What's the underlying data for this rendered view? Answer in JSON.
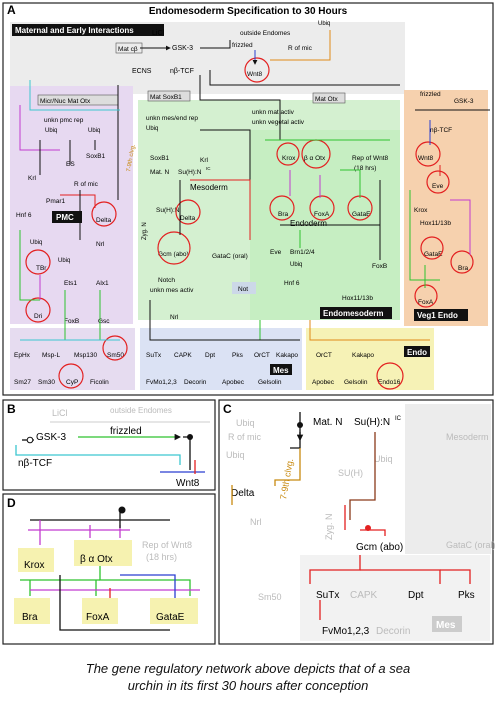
{
  "title": "Endomesoderm Specification to 30 Hours",
  "panels": {
    "a": "A",
    "b": "B",
    "c": "C",
    "d": "D"
  },
  "regions": {
    "maternal": "Maternal and Early Interactions",
    "pmc": "PMC",
    "mesoderm": "Mesoderm",
    "endoderm": "Endoderm",
    "endomesoderm": "Endomesoderm",
    "veg1": "Veg1 Endo",
    "mes": "Mes",
    "endo": "Endo"
  },
  "colors": {
    "maternal_bg": "#e0e0e0",
    "pmc_bg": "#e7d9f1",
    "meso_bg": "#d2f0d0",
    "endo_bg": "#c6f0c4",
    "veg1_bg": "#f7d2b0",
    "mes_bg": "#d9e0f3",
    "endo_box_bg": "#f7f3b8",
    "highlight": "#e32020",
    "cyan": "#3cc6d0",
    "green": "#2ec22e",
    "magenta": "#c23bd0",
    "orange": "#e08a18",
    "blue": "#2b3fd0",
    "black": "#111111"
  },
  "genes_a": {
    "licl": "LiCl",
    "gsk3": "GSK-3",
    "matcb": "Mat cβ",
    "ecns": "ECNS",
    "ntcf": "nβ-TCF",
    "outside": "outside Endomes",
    "ubiq": "Ubiq",
    "rmic": "R of mic",
    "frizzled": "frizzled",
    "wnt8": "Wnt8",
    "micr": "Micr/Nuc Mat Otx",
    "matsoxb1": "Mat SoxB1",
    "matotx": "Mat Otx",
    "pmcrep": "unkn pmc rep",
    "es": "ES",
    "soxb1": "SoxB1",
    "krl": "Krl",
    "pmar1": "Pmar1",
    "hnf6": "Hnf 6",
    "delta": "Delta",
    "nrl": "Nrl",
    "tbr": "TBr",
    "ets1": "Ets1",
    "alx1": "Alx1",
    "dri": "Dri",
    "foxb": "FoxB",
    "gsc": "Gsc",
    "mesrep": "unkn mes/end rep",
    "unknmatactiv": "unkn mat activ",
    "unknveg": "unkn vegetal activ",
    "krox": "Krox",
    "botx": "β  α Otx",
    "repwnt8": "Rep of Wnt8",
    "hrs18": "(18 hrs)",
    "matn": "Mat. N",
    "suh": "Su(H):N",
    "ic": "IC",
    "clvg": "7-9th clvg.",
    "zygn": "Zyg. N",
    "bra": "Bra",
    "foxa": "FoxA",
    "gatae": "GataE",
    "gcm": "Gcm (abo)",
    "gatac": "GataC (oral)",
    "notch": "Notch",
    "mesactiv": "unkn mes activ",
    "not": "Not",
    "eve": "Eve",
    "brn": "Brn1/2/4",
    "hnf6b": "Hnf 6",
    "hox": "Hox11/13b",
    "ephx": "EpHx",
    "mspl": "Msp-L",
    "msp130": "Msp130",
    "sm50": "Sm50",
    "sm27": "Sm27",
    "sm30": "Sm30",
    "cyp": "CyP",
    "ficolin": "Ficolin",
    "sutx": "SuTx",
    "capk": "CAPK",
    "dpt": "Dpt",
    "pks": "Pks",
    "orct": "OrCT",
    "kakapo": "Kakapo",
    "fvmo": "FvMo1,2,3",
    "decorin": "Decorin",
    "apobec": "Apobec",
    "gelsolin": "Gelsolin",
    "endo16": "Endo16",
    "gsk3b": "GSK-3",
    "ntcfb": "nβ-TCF",
    "wnt8b": "Wnt8",
    "eveb": "Eve",
    "kroxb": "Krox",
    "hoxb": "Hox11/13b",
    "gataeb": "GataE",
    "brab": "Bra",
    "foxab": "FoxA"
  },
  "panel_b": {
    "licl": "LiCl",
    "outside": "outside Endomes",
    "gsk3": "GSK-3",
    "frizzled": "frizzled",
    "ntcf": "nβ-TCF",
    "wnt8": "Wnt8"
  },
  "panel_c": {
    "ubiq1": "Ubiq",
    "rmic": "R of mic",
    "ubiq2": "Ubiq",
    "matn": "Mat. N",
    "suh": "Su(H):N",
    "ic": "IC",
    "meso": "Mesoderm",
    "clvg": "7-9th clvg.",
    "delta": "Delta",
    "suh2": "SU(H)",
    "ubiq3": "Ubiq",
    "zygn": "Zyg. N",
    "nrl": "Nrl",
    "gcm": "Gcm (abo)",
    "gatac": "GataC (oral)",
    "sm50": "Sm50",
    "sutx": "SuTx",
    "capk": "CAPK",
    "dpt": "Dpt",
    "pks": "Pks",
    "fvmo": "FvMo1,2,3",
    "decorin": "Decorin",
    "mes": "Mes"
  },
  "panel_d": {
    "krox": "Krox",
    "botx": "β  α Otx",
    "repwnt8": "Rep of Wnt8",
    "hrs18": "(18 hrs)",
    "bra": "Bra",
    "foxa": "FoxA",
    "gatae": "GataE"
  },
  "caption": {
    "line1": "The gene regulatory network above depicts that of a sea",
    "line2": "urchin in its first 30 hours after conception"
  }
}
